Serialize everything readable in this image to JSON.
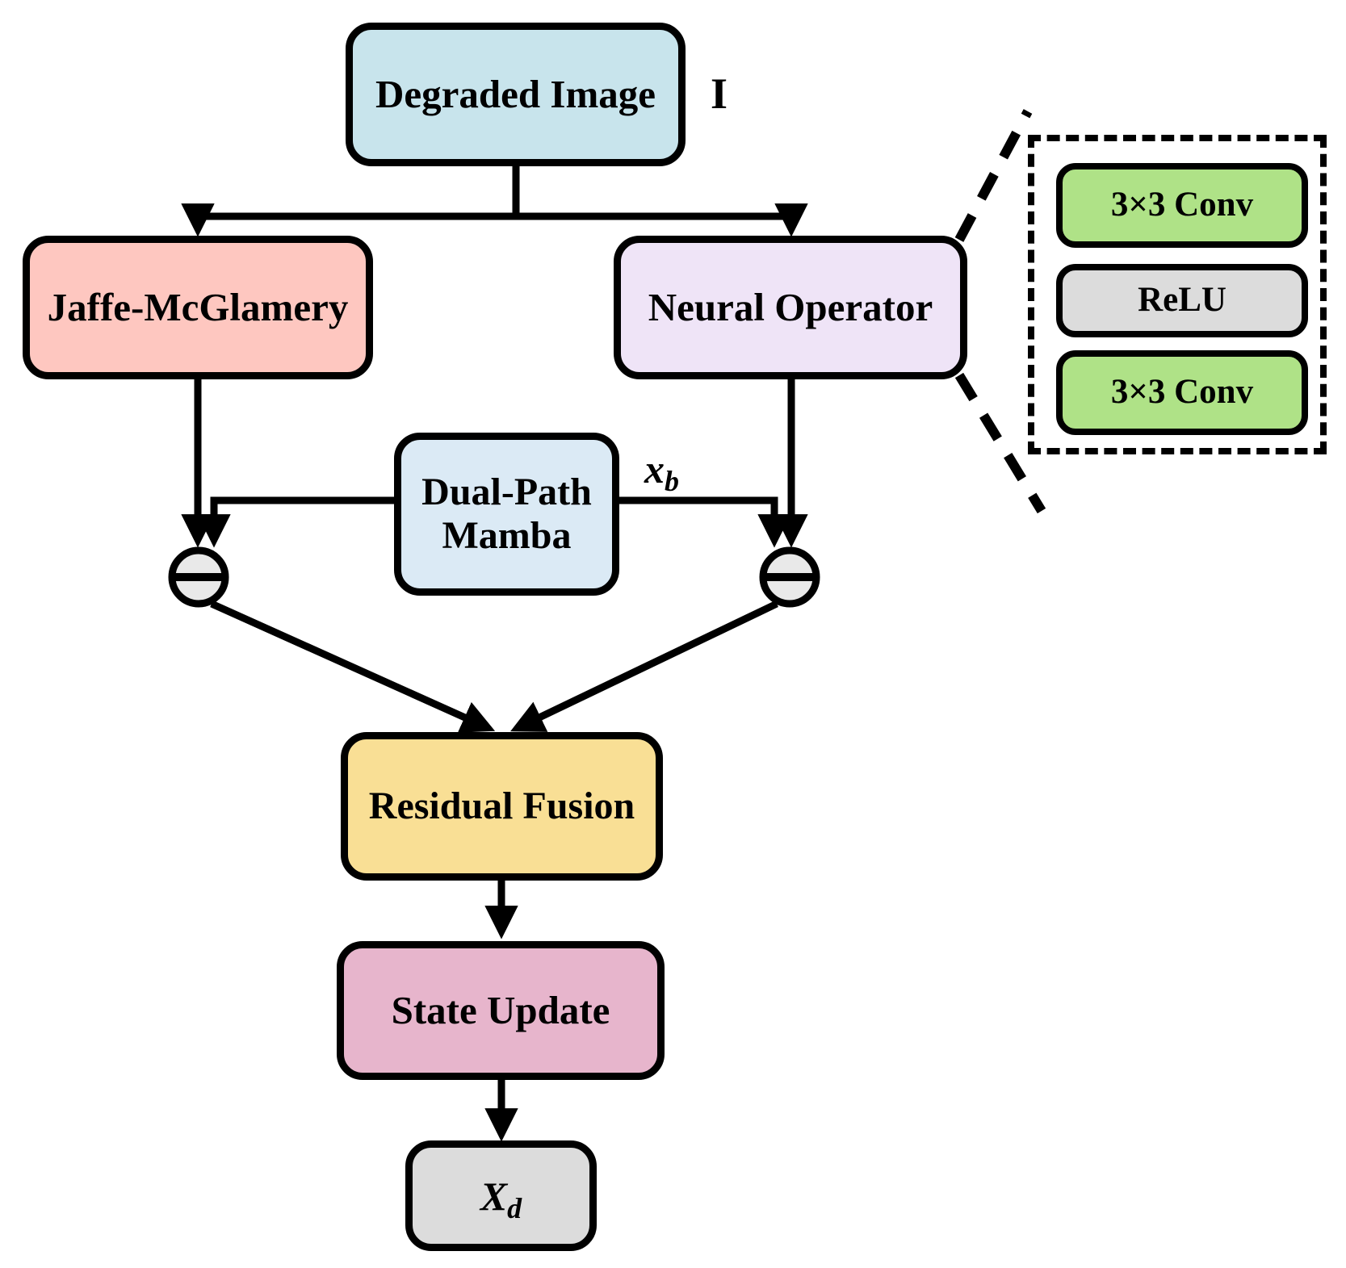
{
  "figure": {
    "kind": "model-architecture-flowchart",
    "background": "#ffffff",
    "stroke_color": "#000000"
  },
  "nodes": {
    "degraded_image": {
      "label": "Degraded Image",
      "fill": "#c8e4ec"
    },
    "input_symbol": {
      "label": "I"
    },
    "jaffe_mcglamery": {
      "label": "Jaffe-McGlamery",
      "fill": "#fec7c0"
    },
    "neural_operator": {
      "label": "Neural Operator",
      "fill": "#efe4f7"
    },
    "dual_path_mamba": {
      "line1": "Dual-Path",
      "line2": "Mamba",
      "fill": "#dbeaf5"
    },
    "branch_feature": {
      "base": "x",
      "sub": "b"
    },
    "residual_fusion": {
      "label": "Residual Fusion",
      "fill": "#f9df95"
    },
    "state_update": {
      "label": "State Update",
      "fill": "#e7b5cc"
    },
    "output_feature": {
      "base": "X",
      "sub": "d",
      "fill": "#dcdcdc"
    }
  },
  "neural_operator_detail": {
    "conv_top": {
      "label": "3×3 Conv",
      "fill": "#afe287"
    },
    "relu": {
      "label": "ReLU",
      "fill": "#dcdcdc"
    },
    "conv_bottom": {
      "label": "3×3 Conv",
      "fill": "#afe287"
    }
  },
  "operators": {
    "left_subtract": "−",
    "right_subtract": "−",
    "subtract_fill": "#e9e9e9"
  }
}
